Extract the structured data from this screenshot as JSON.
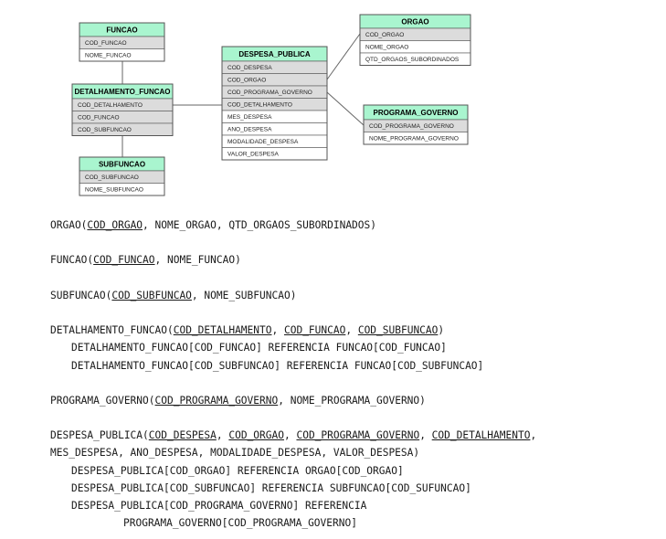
{
  "diagram": {
    "entities": [
      {
        "id": "funcao",
        "title": "FUNCAO",
        "fields": [
          {
            "name": "COD_FUNCAO",
            "key": true
          },
          {
            "name": "NOME_FUNCAO",
            "key": false
          }
        ]
      },
      {
        "id": "detalhamento_funcao",
        "title": "DETALHAMENTO_FUNCAO",
        "fields": [
          {
            "name": "COD_DETALHAMENTO",
            "key": true
          },
          {
            "name": "COD_FUNCAO",
            "key": true
          },
          {
            "name": "COD_SUBFUNCAO",
            "key": true
          }
        ]
      },
      {
        "id": "subfuncao",
        "title": "SUBFUNCAO",
        "fields": [
          {
            "name": "COD_SUBFUNCAO",
            "key": true
          },
          {
            "name": "NOME_SUBFUNCAO",
            "key": false
          }
        ]
      },
      {
        "id": "despesa_publica",
        "title": "DESPESA_PUBLICA",
        "fields": [
          {
            "name": "COD_DESPESA",
            "key": true
          },
          {
            "name": "COD_ORGAO",
            "key": true
          },
          {
            "name": "COD_PROGRAMA_GOVERNO",
            "key": true
          },
          {
            "name": "COD_DETALHAMENTO",
            "key": true
          },
          {
            "name": "MES_DESPESA",
            "key": false
          },
          {
            "name": "ANO_DESPESA",
            "key": false
          },
          {
            "name": "MODALIDADE_DESPESA",
            "key": false
          },
          {
            "name": "VALOR_DESPESA",
            "key": false
          }
        ]
      },
      {
        "id": "orgao",
        "title": "ORGAO",
        "fields": [
          {
            "name": "COD_ORGAO",
            "key": true
          },
          {
            "name": "NOME_ORGAO",
            "key": false
          },
          {
            "name": "QTD_ORGAOS_SUBORDINADOS",
            "key": false
          }
        ]
      },
      {
        "id": "programa_governo",
        "title": "PROGRAMA_GOVERNO",
        "fields": [
          {
            "name": "COD_PROGRAMA_GOVERNO",
            "key": true
          },
          {
            "name": "NOME_PROGRAMA_GOVERNO",
            "key": false
          }
        ]
      }
    ],
    "relationships": [
      {
        "from": "funcao",
        "to": "detalhamento_funcao"
      },
      {
        "from": "detalhamento_funcao",
        "to": "subfuncao"
      },
      {
        "from": "detalhamento_funcao",
        "to": "despesa_publica"
      },
      {
        "from": "despesa_publica",
        "to": "orgao"
      },
      {
        "from": "despesa_publica",
        "to": "programa_governo"
      }
    ],
    "colors": {
      "header": "#a9f5cf",
      "key_field": "#dcdcdc",
      "field": "#ffffff",
      "border": "#555555"
    }
  },
  "schema": [
    {
      "tokens": [
        {
          "t": "ORGAO("
        },
        {
          "t": "COD_ORGAO",
          "pk": true
        },
        {
          "t": ", NOME_ORGAO, QTD_ORGAOS_SUBORDINADOS)"
        }
      ]
    },
    {
      "gap": true
    },
    {
      "tokens": [
        {
          "t": "FUNCAO("
        },
        {
          "t": "COD_FUNCAO",
          "pk": true
        },
        {
          "t": ", NOME_FUNCAO)"
        }
      ]
    },
    {
      "gap": true
    },
    {
      "tokens": [
        {
          "t": "SUBFUNCAO("
        },
        {
          "t": "COD_SUBFUNCAO",
          "pk": true
        },
        {
          "t": ", NOME_SUBFUNCAO)"
        }
      ]
    },
    {
      "gap": true
    },
    {
      "tokens": [
        {
          "t": "DETALHAMENTO_FUNCAO("
        },
        {
          "t": "COD_DETALHAMENTO",
          "pk": true
        },
        {
          "t": ", "
        },
        {
          "t": "COD_FUNCAO",
          "pk": true
        },
        {
          "t": ", "
        },
        {
          "t": "COD_SUBFUNCAO",
          "pk": true
        },
        {
          "t": ")"
        }
      ]
    },
    {
      "indent": 1,
      "tokens": [
        {
          "t": "DETALHAMENTO_FUNCAO[COD_FUNCAO] REFERENCIA FUNCAO[COD_FUNCAO]"
        }
      ]
    },
    {
      "indent": 1,
      "tokens": [
        {
          "t": "DETALHAMENTO_FUNCAO[COD_SUBFUNCAO] REFERENCIA FUNCAO[COD_SUBFUNCAO]"
        }
      ]
    },
    {
      "gap": true
    },
    {
      "tokens": [
        {
          "t": "PROGRAMA_GOVERNO("
        },
        {
          "t": "COD_PROGRAMA_GOVERNO",
          "pk": true
        },
        {
          "t": ", NOME_PROGRAMA_GOVERNO)"
        }
      ]
    },
    {
      "gap": true
    },
    {
      "tokens": [
        {
          "t": "DESPESA_PUBLICA("
        },
        {
          "t": "COD_DESPESA",
          "pk": true
        },
        {
          "t": ", "
        },
        {
          "t": "COD_ORGAO",
          "pk": true
        },
        {
          "t": ", "
        },
        {
          "t": "COD_PROGRAMA_GOVERNO",
          "pk": true
        },
        {
          "t": ", "
        },
        {
          "t": "COD_DETALHAMENTO",
          "pk": true
        },
        {
          "t": ","
        }
      ]
    },
    {
      "tokens": [
        {
          "t": "MES_DESPESA, ANO_DESPESA, MODALIDADE_DESPESA, VALOR_DESPESA)"
        }
      ]
    },
    {
      "indent": 1,
      "tokens": [
        {
          "t": "DESPESA_PUBLICA[COD_ORGAO] REFERENCIA ORGAO[COD_ORGAO]"
        }
      ]
    },
    {
      "indent": 1,
      "tokens": [
        {
          "t": "DESPESA_PUBLICA[COD_SUBFUNCAO] REFERENCIA SUBFUNCAO[COD_SUFUNCAO]"
        }
      ]
    },
    {
      "indent": 1,
      "tokens": [
        {
          "t": "DESPESA_PUBLICA[COD_PROGRAMA_GOVERNO] REFERENCIA"
        }
      ]
    },
    {
      "indent": 2,
      "tokens": [
        {
          "t": "PROGRAMA_GOVERNO[COD_PROGRAMA_GOVERNO]"
        }
      ]
    }
  ]
}
